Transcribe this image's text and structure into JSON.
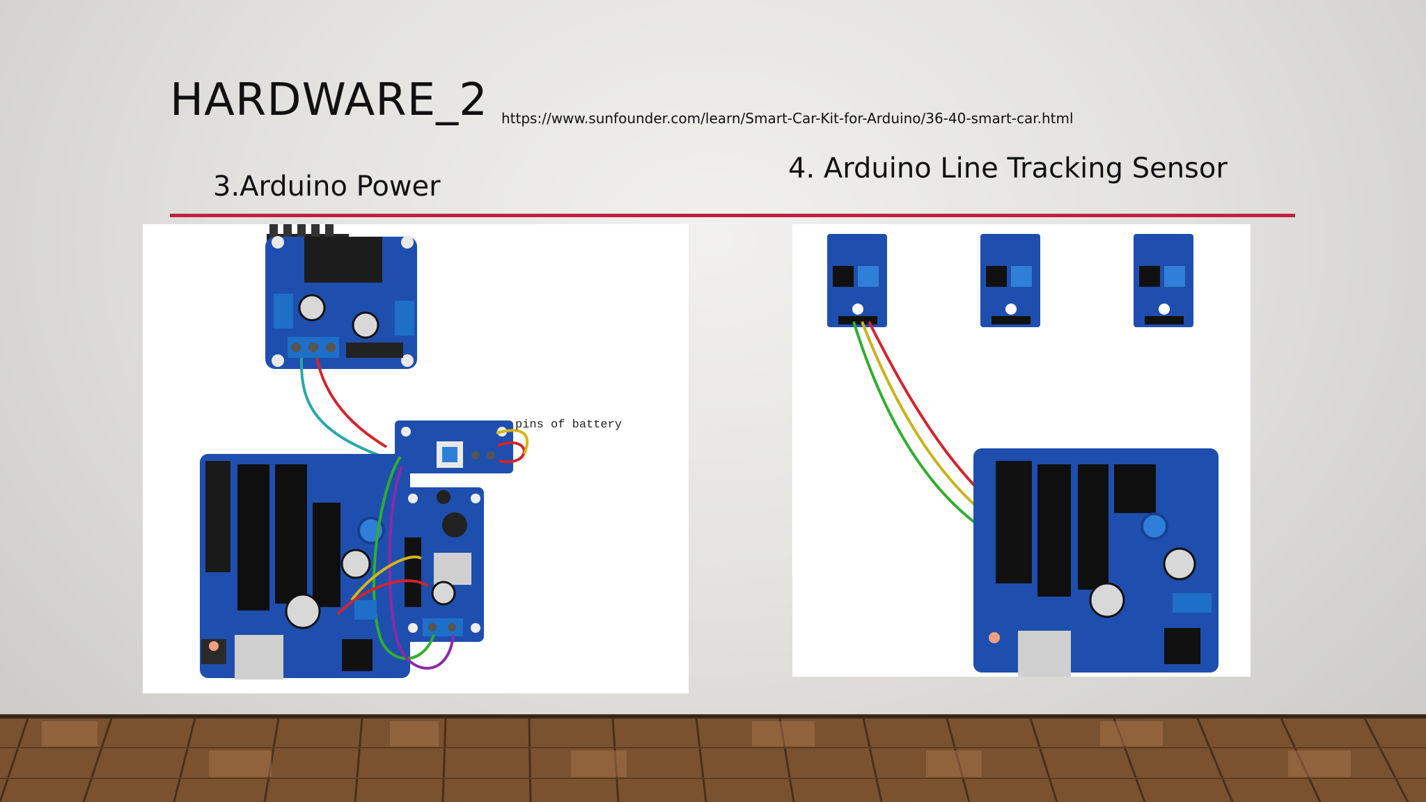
{
  "slide": {
    "title": "HARDWARE_2",
    "url": "https://www.sunfounder.com/learn/Smart-Car-Kit-for-Arduino/36-40-smart-car.html",
    "left_heading": "3.Arduino Power",
    "right_heading": "4. Arduino Line Tracking Sensor",
    "battery_label": "pins of battery",
    "accent_color": "#c0213f"
  }
}
